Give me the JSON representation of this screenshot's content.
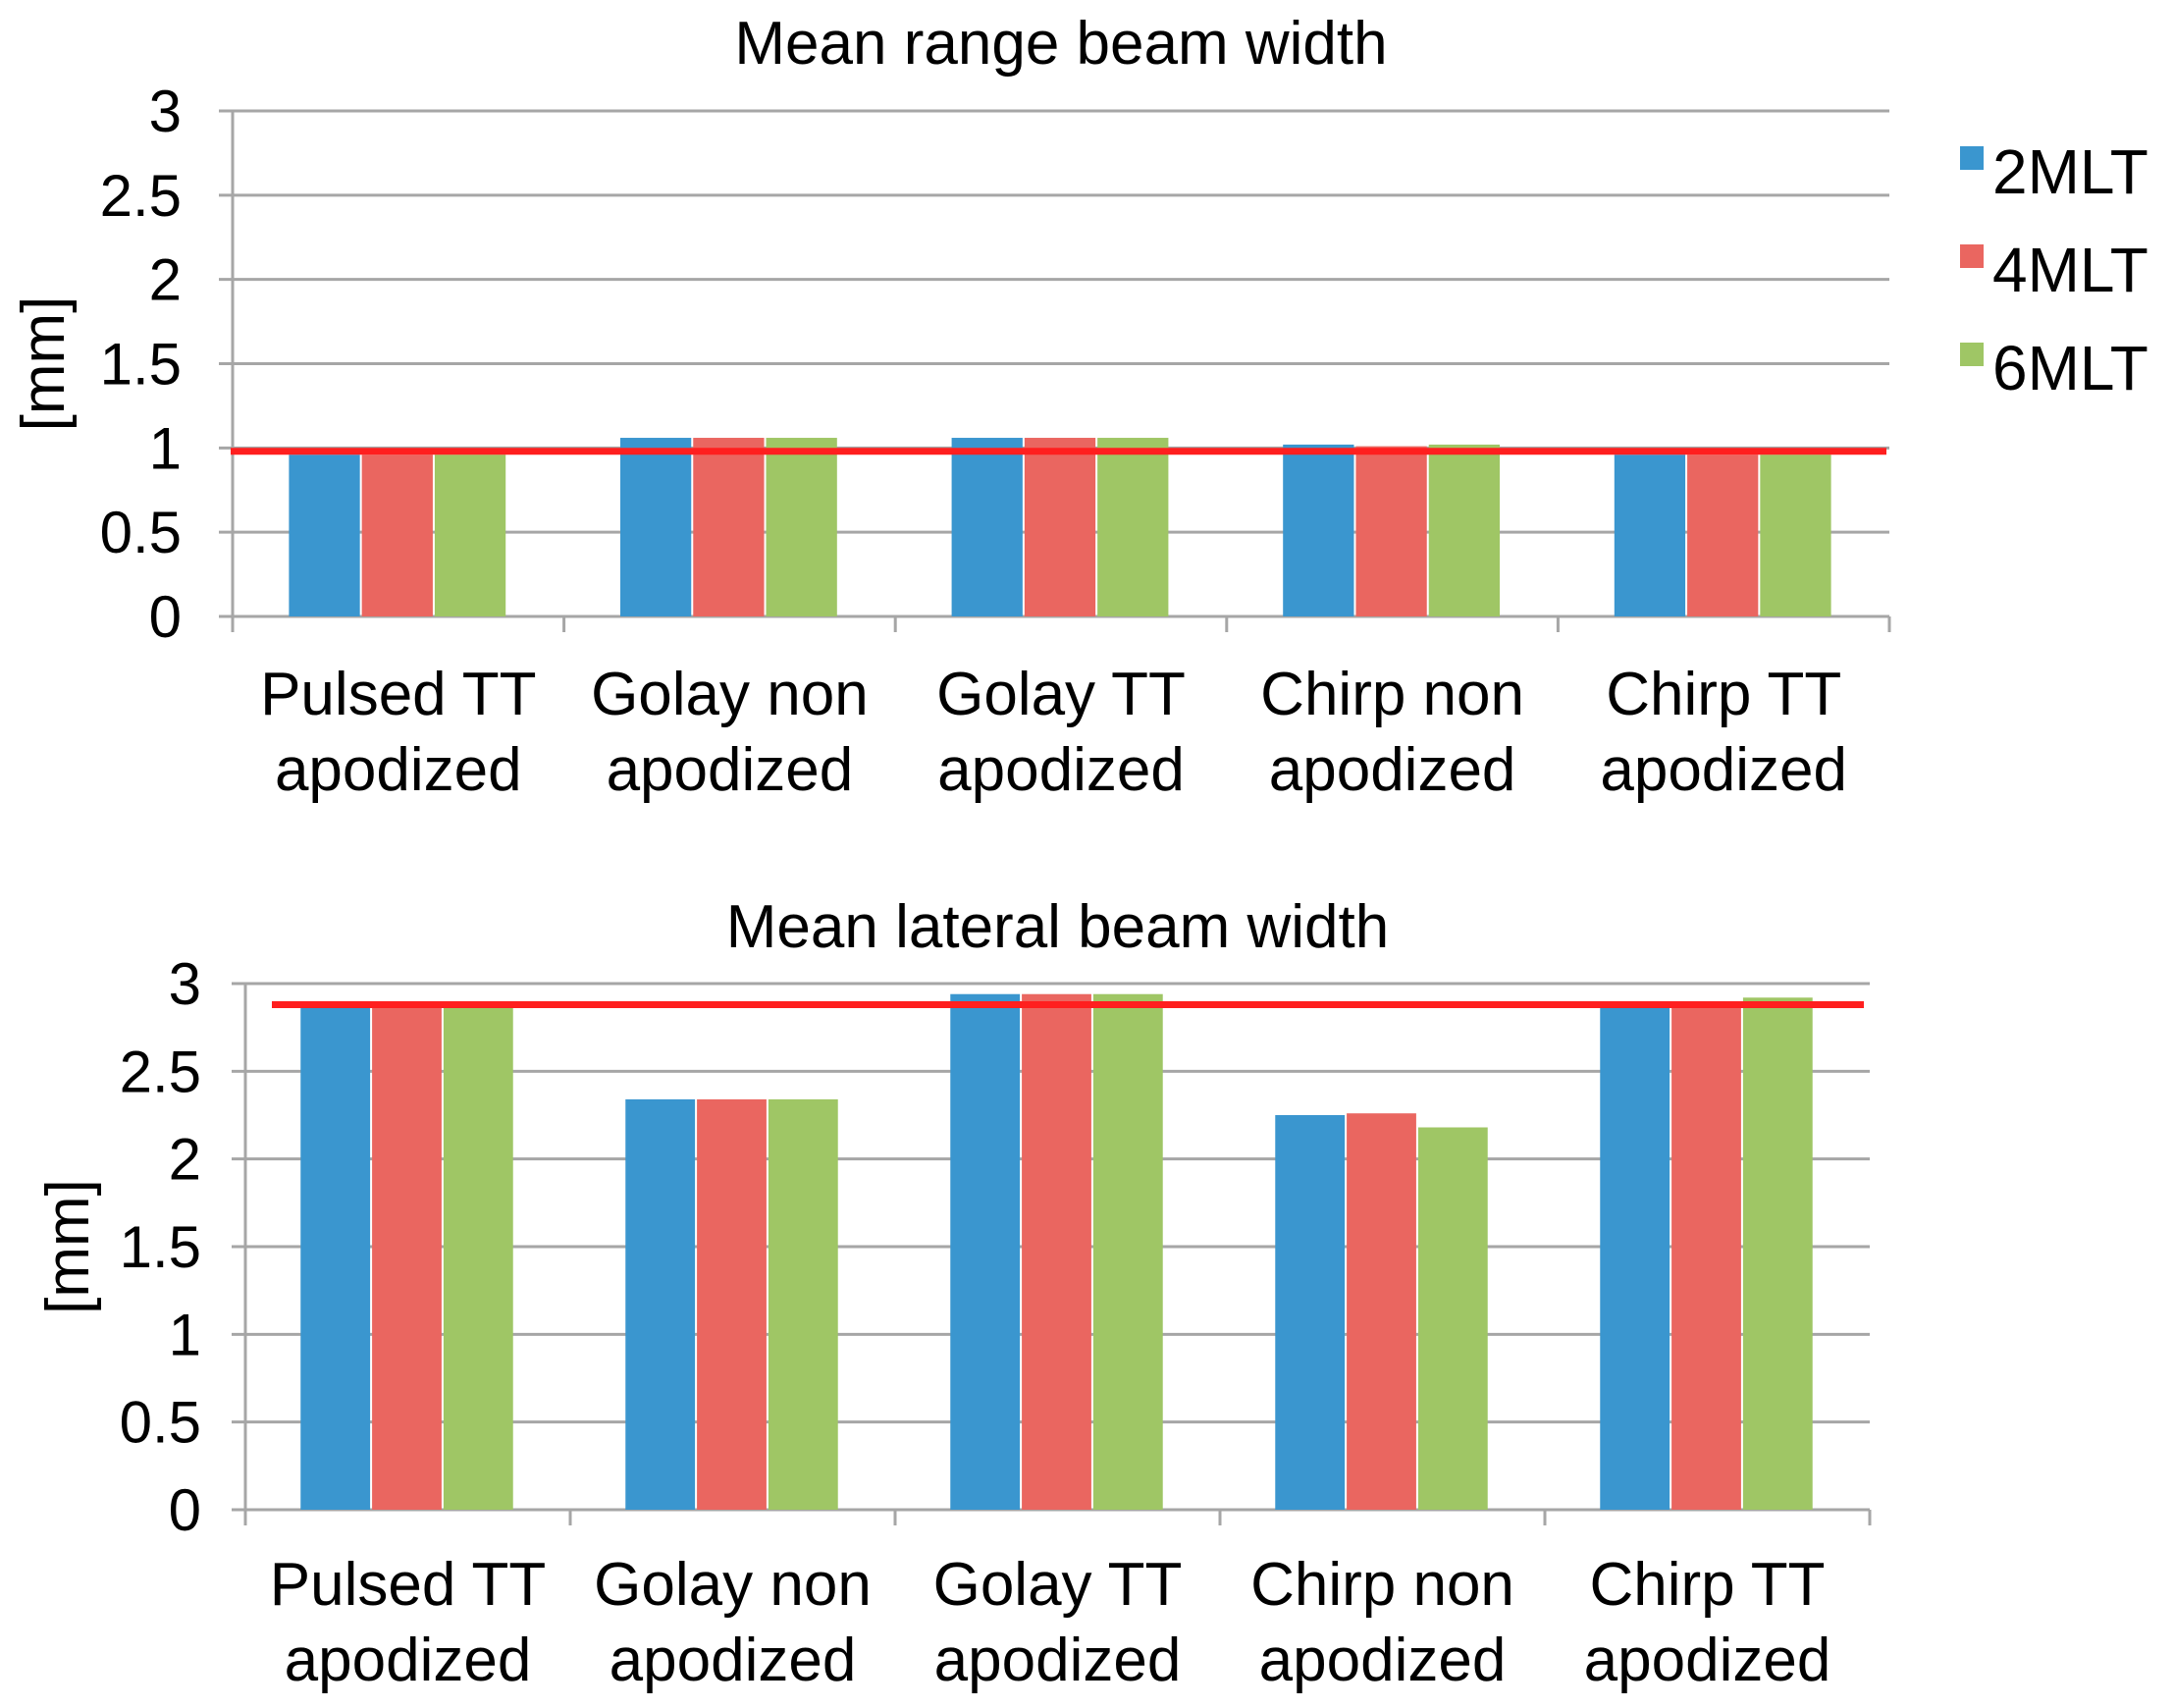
{
  "legend": [
    {
      "name": "2MLT",
      "color": "#3a96cf"
    },
    {
      "name": "4MLT",
      "color": "#ea6660"
    },
    {
      "name": "6MLT",
      "color": "#9fc665"
    }
  ],
  "reference_line_color": "#ff1f1f",
  "chart_data": [
    {
      "type": "bar",
      "title": "Mean range beam width",
      "ylabel": "[mm]",
      "xlabel": "",
      "ylim": [
        0,
        3
      ],
      "yticks": [
        "0",
        "0.5",
        "1",
        "1.5",
        "2",
        "2.5",
        "3"
      ],
      "categories": [
        [
          "Pulsed TT",
          "apodized"
        ],
        [
          "Golay non",
          "apodized"
        ],
        [
          "Golay TT",
          "apodized"
        ],
        [
          "Chirp non",
          "apodized"
        ],
        [
          "Chirp TT",
          "apodized"
        ]
      ],
      "series": [
        {
          "name": "2MLT",
          "values": [
            0.96,
            1.06,
            1.06,
            1.02,
            0.96
          ]
        },
        {
          "name": "4MLT",
          "values": [
            0.96,
            1.06,
            1.06,
            1.01,
            0.96
          ]
        },
        {
          "name": "6MLT",
          "values": [
            0.96,
            1.06,
            1.06,
            1.02,
            0.96
          ]
        }
      ],
      "reference_value": 0.98,
      "grid": true,
      "legend_position": "right"
    },
    {
      "type": "bar",
      "title": "Mean lateral beam width",
      "ylabel": "[mm]",
      "xlabel": "",
      "ylim": [
        0,
        3
      ],
      "yticks": [
        "0",
        "0.5",
        "1",
        "1.5",
        "2",
        "2.5",
        "3"
      ],
      "categories": [
        [
          "Pulsed TT",
          "apodized"
        ],
        [
          "Golay non",
          "apodized"
        ],
        [
          "Golay TT",
          "apodized"
        ],
        [
          "Chirp non",
          "apodized"
        ],
        [
          "Chirp TT",
          "apodized"
        ]
      ],
      "series": [
        {
          "name": "2MLT",
          "values": [
            2.87,
            2.34,
            2.94,
            2.25,
            2.87
          ]
        },
        {
          "name": "4MLT",
          "values": [
            2.87,
            2.34,
            2.94,
            2.26,
            2.87
          ]
        },
        {
          "name": "6MLT",
          "values": [
            2.87,
            2.34,
            2.94,
            2.18,
            2.92
          ]
        }
      ],
      "reference_value": 2.88,
      "grid": true,
      "legend_position": "right"
    }
  ]
}
